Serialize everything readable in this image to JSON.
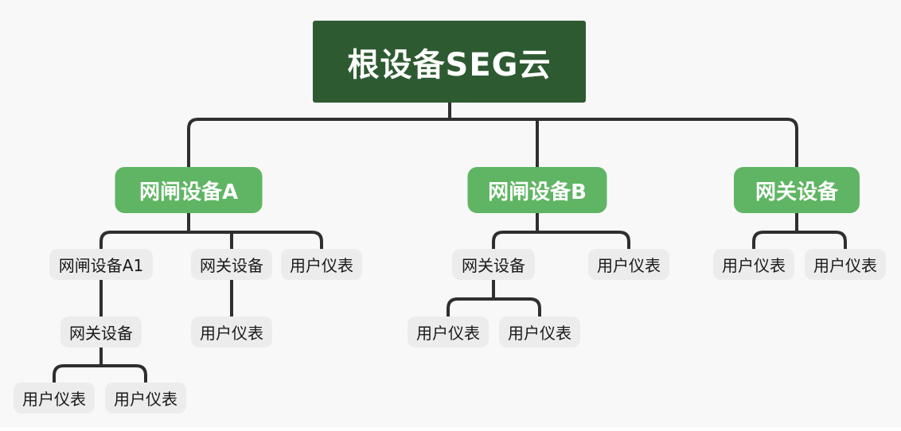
{
  "colors": {
    "background": "#f8f8f8",
    "root_fill": "#2e5a31",
    "branch_fill": "#5fb563",
    "leaf_fill": "#ececec",
    "line": "#2f2f2f",
    "root_text": "#ffffff",
    "branch_text": "#ffffff",
    "leaf_text": "#1a1a1a"
  },
  "tree": {
    "label": "根设备SEG云",
    "children": [
      {
        "label": "网闸设备A",
        "children": [
          {
            "label": "网闸设备A1",
            "children": [
              {
                "label": "网关设备",
                "children": [
                  {
                    "label": "用户仪表"
                  },
                  {
                    "label": "用户仪表"
                  }
                ]
              }
            ]
          },
          {
            "label": "网关设备",
            "children": [
              {
                "label": "用户仪表"
              }
            ]
          },
          {
            "label": "用户仪表"
          }
        ]
      },
      {
        "label": "网闸设备B",
        "children": [
          {
            "label": "网关设备",
            "children": [
              {
                "label": "用户仪表"
              },
              {
                "label": "用户仪表"
              }
            ]
          },
          {
            "label": "用户仪表"
          }
        ]
      },
      {
        "label": "网关设备",
        "children": [
          {
            "label": "用户仪表"
          },
          {
            "label": "用户仪表"
          }
        ]
      }
    ]
  }
}
